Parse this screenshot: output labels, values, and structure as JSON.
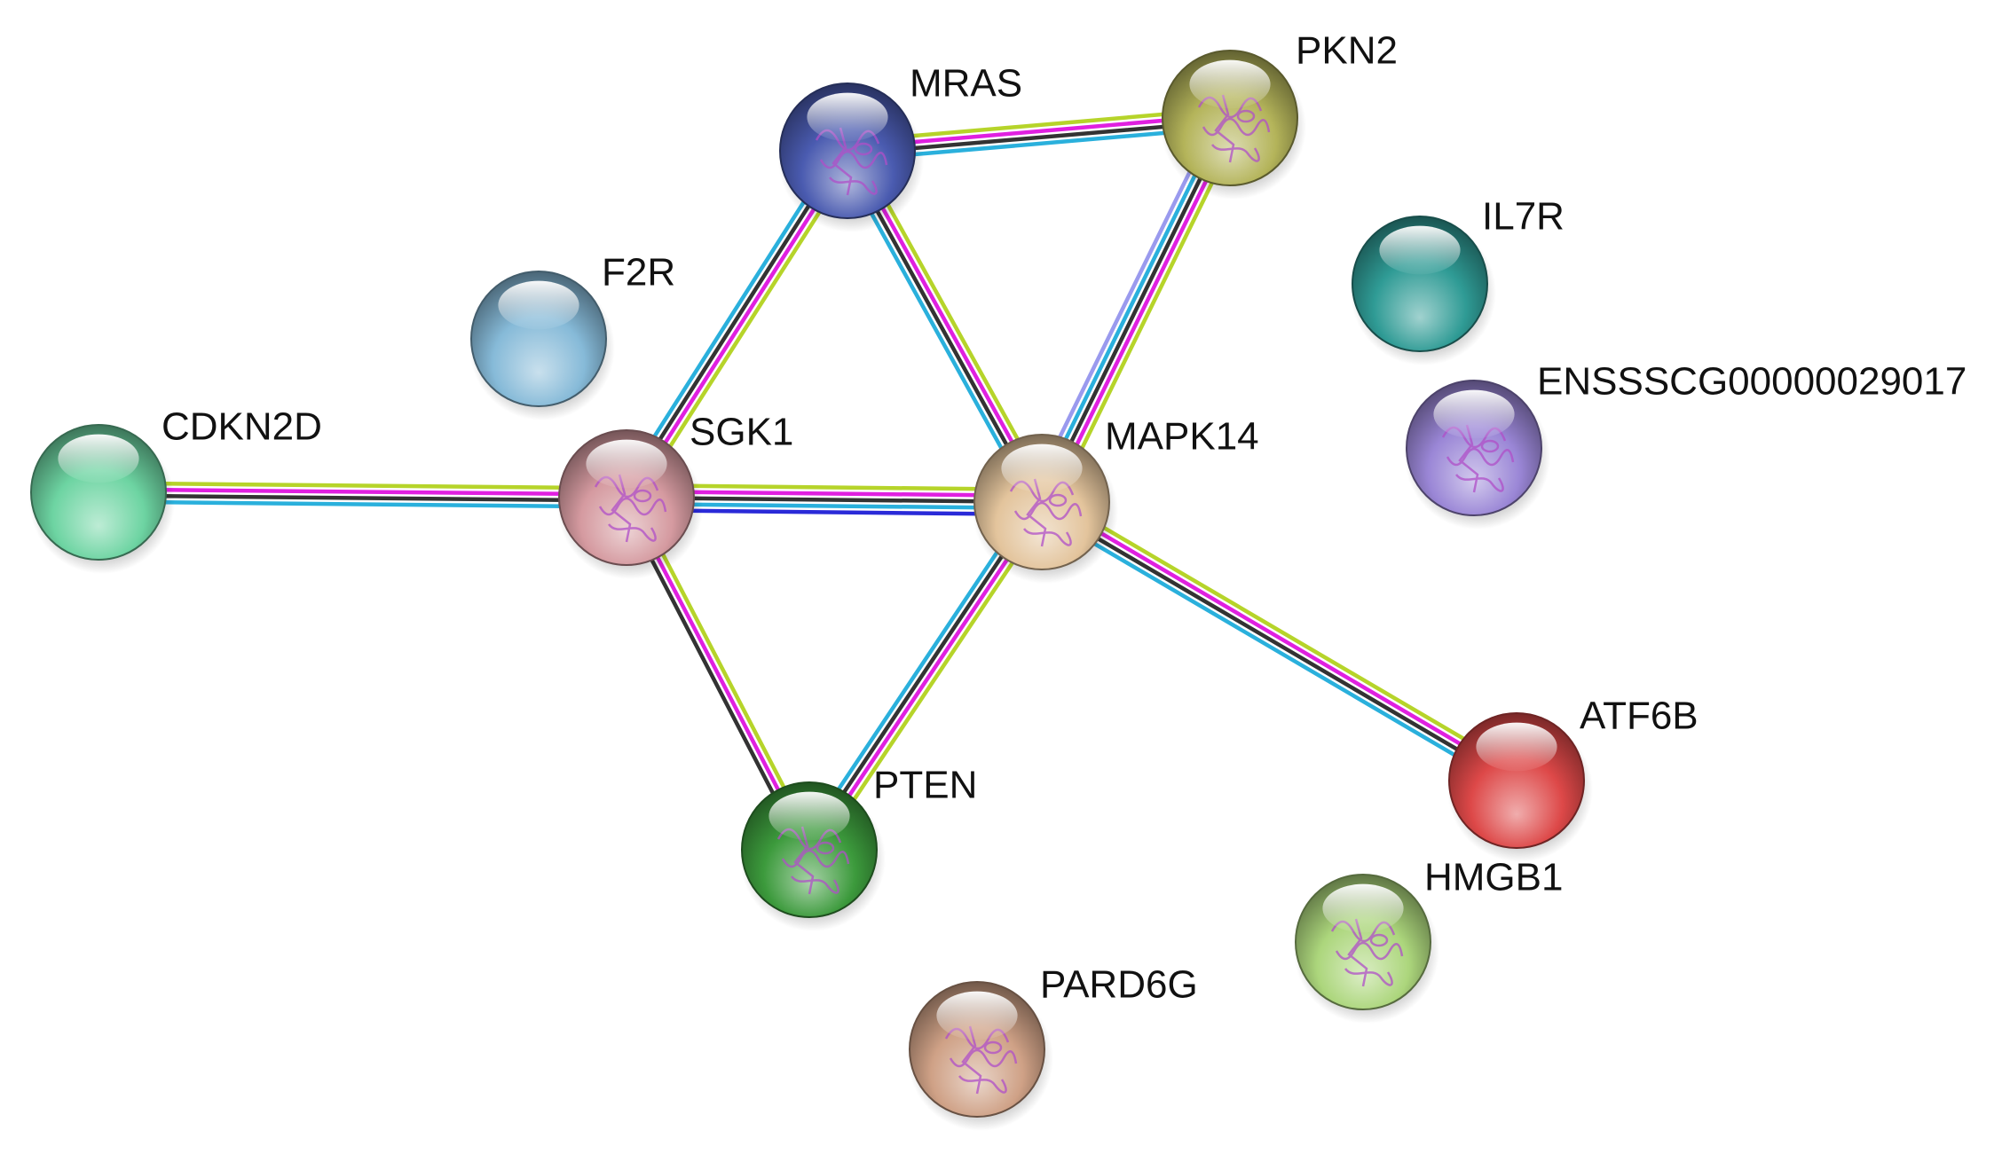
{
  "network": {
    "nodes": [
      {
        "id": "MRAS",
        "label": "MRAS",
        "color": "#4a5bb0",
        "structure": true
      },
      {
        "id": "PKN2",
        "label": "PKN2",
        "color": "#b4b45a",
        "structure": true
      },
      {
        "id": "IL7R",
        "label": "IL7R",
        "color": "#2f9b95",
        "structure": false
      },
      {
        "id": "F2R",
        "label": "F2R",
        "color": "#86bad8",
        "structure": false
      },
      {
        "id": "ENSSSCG00000029017",
        "label": "ENSSSCG00000029017",
        "color": "#9a86d6",
        "structure": true
      },
      {
        "id": "CDKN2D",
        "label": "CDKN2D",
        "color": "#6dd4a2",
        "structure": false
      },
      {
        "id": "SGK1",
        "label": "SGK1",
        "color": "#d59aa0",
        "structure": true
      },
      {
        "id": "MAPK14",
        "label": "MAPK14",
        "color": "#e3c49c",
        "structure": true
      },
      {
        "id": "ATF6B",
        "label": "ATF6B",
        "color": "#dd4848",
        "structure": false
      },
      {
        "id": "PTEN",
        "label": "PTEN",
        "color": "#3c9a3c",
        "structure": true
      },
      {
        "id": "HMGB1",
        "label": "HMGB1",
        "color": "#acd67c",
        "structure": true
      },
      {
        "id": "PARD6G",
        "label": "PARD6G",
        "color": "#cfa186",
        "structure": true
      }
    ],
    "edges": [
      {
        "source": "MRAS",
        "target": "PKN2",
        "evidence": [
          "#b6d42a",
          "#e020e0",
          "#333333",
          "#2ab0dc"
        ]
      },
      {
        "source": "MRAS",
        "target": "SGK1",
        "evidence": [
          "#b6d42a",
          "#e020e0",
          "#333333",
          "#2ab0dc"
        ]
      },
      {
        "source": "MRAS",
        "target": "MAPK14",
        "evidence": [
          "#b6d42a",
          "#e020e0",
          "#333333",
          "#2ab0dc"
        ]
      },
      {
        "source": "PKN2",
        "target": "MAPK14",
        "evidence": [
          "#b6d42a",
          "#e020e0",
          "#333333",
          "#2ab0dc",
          "#9a9aee"
        ]
      },
      {
        "source": "CDKN2D",
        "target": "SGK1",
        "evidence": [
          "#b6d42a",
          "#e020e0",
          "#333333",
          "#2ab0dc"
        ]
      },
      {
        "source": "SGK1",
        "target": "MAPK14",
        "evidence": [
          "#b6d42a",
          "#e020e0",
          "#333333",
          "#2ab0dc",
          "#2a2ad8"
        ]
      },
      {
        "source": "SGK1",
        "target": "PTEN",
        "evidence": [
          "#b6d42a",
          "#e020e0",
          "#333333"
        ]
      },
      {
        "source": "MAPK14",
        "target": "PTEN",
        "evidence": [
          "#b6d42a",
          "#e020e0",
          "#333333",
          "#2ab0dc"
        ]
      },
      {
        "source": "MAPK14",
        "target": "ATF6B",
        "evidence": [
          "#b6d42a",
          "#e020e0",
          "#333333",
          "#2ab0dc"
        ]
      }
    ]
  }
}
